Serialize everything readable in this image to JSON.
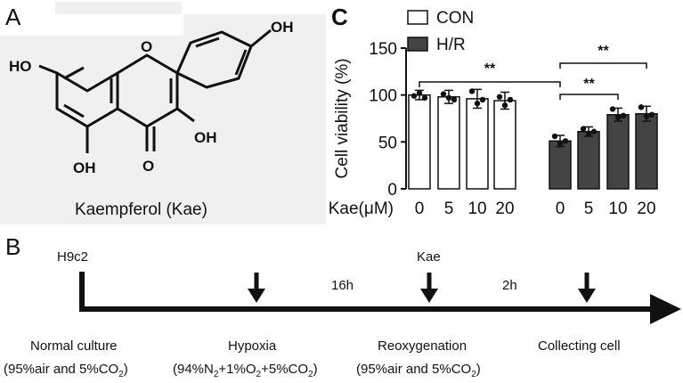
{
  "panels": {
    "a": {
      "letter": "A",
      "caption": "Kaempferol (Kae)",
      "atoms": {
        "oh_top": "OH",
        "ho_left": "HO",
        "oh_right": "OH",
        "oh_bottom": "OH",
        "o_carbonyl": "O",
        "o_ring": "O"
      }
    },
    "b": {
      "letter": "B",
      "labels": {
        "h9c2": "H9c2",
        "kae": "Kae",
        "t16h": "16h",
        "t2h": "2h"
      },
      "stages": [
        {
          "name": "Normal culture",
          "cond_pre": "(95%air and 5%CO",
          "cond_sub": "2",
          "cond_post": ")"
        },
        {
          "name": "Hypoxia",
          "cond_pre": "(94%N",
          "cond_sub": "2",
          "cond_mid1": "+1%O",
          "cond_sub2": "2",
          "cond_mid2": "+5%CO",
          "cond_sub3": "2",
          "cond_post": ")"
        },
        {
          "name": "Reoxygenation",
          "cond_pre": "(95%air and 5%CO",
          "cond_sub": "2",
          "cond_post": ")"
        },
        {
          "name": "Collecting cell",
          "cond_pre": "",
          "cond_sub": "",
          "cond_post": ""
        }
      ]
    },
    "c": {
      "letter": "C"
    }
  },
  "chart_data": {
    "type": "bar",
    "ylabel": "Cell viability (%)",
    "ylim": [
      0,
      150
    ],
    "yticks": [
      0,
      50,
      100,
      150
    ],
    "xlabel": "Kae(μM)",
    "categories": [
      "0",
      "5",
      "10",
      "20",
      "0",
      "5",
      "10",
      "20"
    ],
    "series": [
      {
        "name": "CON",
        "color": "#ffffff",
        "values": [
          100,
          98,
          96,
          94
        ],
        "err": [
          5,
          7,
          10,
          9
        ],
        "points": [
          [
            99,
            102,
            97
          ],
          [
            101,
            97,
            95
          ],
          [
            104,
            91,
            95
          ],
          [
            98,
            89,
            95
          ]
        ]
      },
      {
        "name": "H/R",
        "color": "#444444",
        "values": [
          51,
          61,
          79,
          80
        ],
        "err": [
          6,
          5,
          7,
          8
        ],
        "points": [
          [
            56,
            48,
            51
          ],
          [
            64,
            59,
            61
          ],
          [
            85,
            76,
            78
          ],
          [
            87,
            77,
            79
          ]
        ]
      }
    ],
    "significance": [
      {
        "label": "**"
      },
      {
        "label": "**"
      },
      {
        "label": "**"
      }
    ],
    "legend": "top"
  }
}
